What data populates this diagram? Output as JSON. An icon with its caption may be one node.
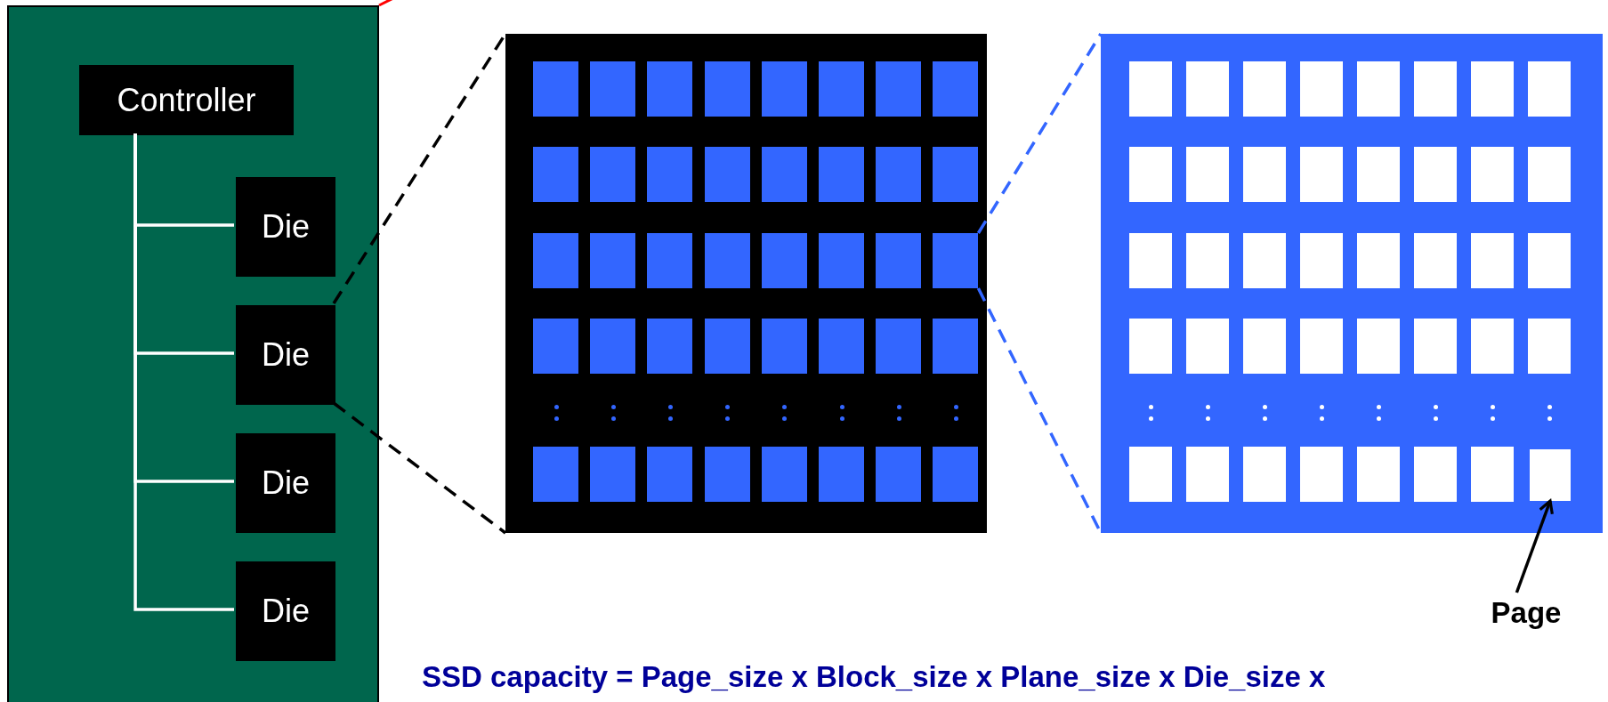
{
  "diagram": {
    "nodes": [
      {
        "text": [],
        "shape": "box"
      },
      {
        "text": [
          "Controller"
        ],
        "in": 0
      },
      {
        "text": [
          "Die"
        ],
        "in": 0
      },
      {
        "text": [
          "Die"
        ],
        "in": 0
      },
      {
        "text": [
          "Die"
        ],
        "in": 0
      },
      {
        "text": [
          "Die"
        ],
        "in": 0
      },
      {
        "text": [],
        "shape": "box"
      },
      {
        "text": [],
        "shape": "box",
        "in": 6
      },
      {
        "text": [],
        "shape": "box",
        "in": 6
      },
      {
        "text": [],
        "shape": "box",
        "in": 6
      },
      {
        "text": [],
        "shape": "box",
        "in": 6
      },
      {
        "text": [],
        "shape": "box",
        "in": 6
      },
      {
        "text": [],
        "shape": "box",
        "in": 6
      },
      {
        "text": [],
        "shape": "box",
        "in": 6
      },
      {
        "text": [],
        "shape": "box",
        "in": 6
      },
      {
        "text": [],
        "shape": "box",
        "in": 6
      },
      {
        "text": [],
        "shape": "box",
        "in": 6
      },
      {
        "text": [],
        "shape": "box",
        "in": 6
      },
      {
        "text": [],
        "shape": "box",
        "in": 6
      },
      {
        "text": [],
        "shape": "box",
        "in": 6
      },
      {
        "text": [],
        "shape": "box",
        "in": 6
      },
      {
        "text": [],
        "shape": "box",
        "in": 6
      },
      {
        "text": [],
        "shape": "box",
        "in": 6
      },
      {
        "text": [],
        "shape": "box",
        "in": 6
      },
      {
        "text": [],
        "shape": "box",
        "in": 6
      },
      {
        "text": [],
        "shape": "box",
        "in": 6
      },
      {
        "text": [],
        "shape": "box",
        "in": 6
      },
      {
        "text": [],
        "shape": "box",
        "in": 6
      },
      {
        "text": [],
        "shape": "box",
        "in": 6
      },
      {
        "text": [],
        "shape": "box",
        "in": 6
      },
      {
        "text": [],
        "shape": "box",
        "in": 6
      },
      {
        "text": [],
        "shape": "box",
        "in": 6
      },
      {
        "text": [],
        "shape": "box",
        "in": 6
      },
      {
        "text": [],
        "shape": "box",
        "in": 6
      },
      {
        "text": [],
        "shape": "box",
        "in": 6
      },
      {
        "text": [],
        "shape": "box",
        "in": 6
      },
      {
        "text": [],
        "shape": "box",
        "in": 6
      },
      {
        "text": [],
        "shape": "box",
        "in": 6
      },
      {
        "text": [],
        "shape": "box",
        "in": 6
      },
      {
        "text": [],
        "shape": "box",
        "in": 6
      },
      {
        "text": [],
        "shape": "box",
        "in": 6
      },
      {
        "text": [],
        "shape": "box",
        "in": 6
      },
      {
        "text": [],
        "shape": "box",
        "in": 6
      },
      {
        "text": [],
        "shape": "box",
        "in": 6
      },
      {
        "text": [],
        "shape": "box",
        "in": 6
      },
      {
        "text": [],
        "shape": "box",
        "in": 6
      },
      {
        "text": [],
        "shape": "box",
        "in": 6
      },
      {
        "text": [],
        "shape": "box"
      },
      {
        "text": [],
        "shape": "box",
        "in": 47
      },
      {
        "text": [],
        "shape": "box",
        "in": 47
      },
      {
        "text": [],
        "shape": "box",
        "in": 47
      },
      {
        "text": [],
        "shape": "box",
        "in": 47
      },
      {
        "text": [],
        "shape": "box",
        "in": 47
      },
      {
        "text": [],
        "shape": "box",
        "in": 47
      },
      {
        "text": [],
        "shape": "box",
        "in": 47
      },
      {
        "text": [],
        "shape": "box",
        "in": 47
      },
      {
        "text": [],
        "shape": "box",
        "in": 47
      },
      {
        "text": [],
        "shape": "box",
        "in": 47
      },
      {
        "text": [],
        "shape": "box",
        "in": 47
      },
      {
        "text": [],
        "shape": "box",
        "in": 47
      },
      {
        "text": [],
        "shape": "box",
        "in": 47
      },
      {
        "text": [],
        "shape": "box",
        "in": 47
      },
      {
        "text": [],
        "shape": "box",
        "in": 47
      },
      {
        "text": [],
        "shape": "box",
        "in": 47
      },
      {
        "text": [],
        "shape": "box",
        "in": 47
      },
      {
        "text": [],
        "shape": "box",
        "in": 47
      },
      {
        "text": [],
        "shape": "box",
        "in": 47
      },
      {
        "text": [],
        "shape": "box",
        "in": 47
      },
      {
        "text": [],
        "shape": "box",
        "in": 47
      },
      {
        "text": [],
        "shape": "box",
        "in": 47
      },
      {
        "text": [],
        "shape": "box",
        "in": 47
      },
      {
        "text": [],
        "shape": "box",
        "in": 47
      },
      {
        "text": [],
        "shape": "box",
        "in": 47
      },
      {
        "text": [],
        "shape": "box",
        "in": 47
      },
      {
        "text": [],
        "shape": "box",
        "in": 47
      },
      {
        "text": [],
        "shape": "box",
        "in": 47
      },
      {
        "text": [],
        "shape": "box",
        "in": 47
      },
      {
        "text": [],
        "shape": "box",
        "in": 47
      },
      {
        "text": [],
        "shape": "box",
        "in": 47
      },
      {
        "text": [],
        "shape": "box",
        "in": 47
      },
      {
        "text": [],
        "shape": "box",
        "in": 47
      },
      {
        "text": [],
        "shape": "box",
        "in": 47
      },
      {
        "text": [],
        "shape": "box",
        "in": 47
      },
      {
        "text": [],
        "shape": "box",
        "in": 47
      },
      {
        "text": [],
        "shape": "box",
        "in": 47
      },
      {
        "text": [],
        "shape": "box",
        "in": 47
      },
      {
        "text": [],
        "shape": "box",
        "in": 47
      },
      {
        "text": [],
        "shape": "box",
        "in": 47
      },
      {
        "text": [
          "Page"
        ]
      }
    ],
    "edges": [
      {
        "from": 1,
        "to": 2,
        "arrow": "none",
        "color": "#ffffff"
      },
      {
        "from": 1,
        "to": 3,
        "arrow": "none",
        "color": "#ffffff"
      },
      {
        "from": 1,
        "to": 4,
        "arrow": "none",
        "color": "#ffffff"
      },
      {
        "from": 1,
        "to": 5,
        "arrow": "none",
        "color": "#ffffff"
      },
      {
        "from": 3,
        "to": 6,
        "arrow": "none",
        "style": "dashed",
        "color": "#000000"
      },
      {
        "from": 3,
        "to": 6,
        "arrow": "none",
        "style": "dashed",
        "color": "#000000"
      },
      {
        "from": 30,
        "to": 47,
        "arrow": "none",
        "style": "dashed",
        "color": "#3366ff"
      },
      {
        "from": 30,
        "to": 47,
        "arrow": "none",
        "style": "dashed",
        "color": "#3366ff"
      },
      {
        "from": 88,
        "to": 87,
        "arrow": "to",
        "color": "#000000"
      }
    ],
    "labels": [
      "SSD capacity = Page_size x Block_size x Plane_size x Die_size x"
    ]
  }
}
